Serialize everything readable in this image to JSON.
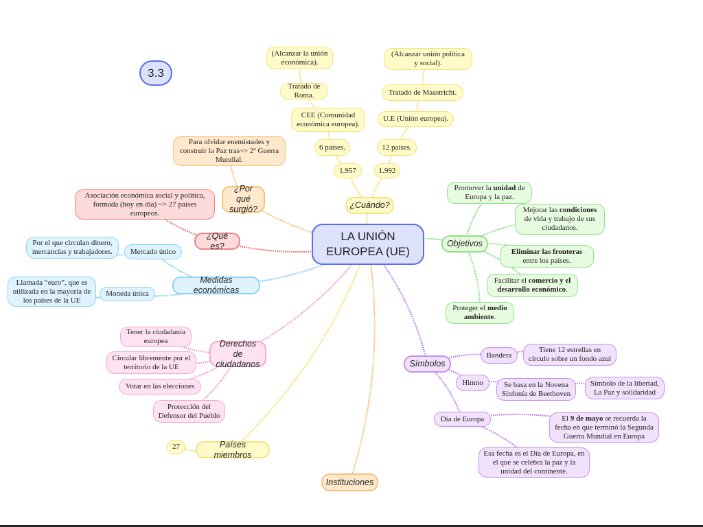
{
  "colors": {
    "blue": {
      "fill": "#dde2fb",
      "stroke": "#5a6cf0"
    },
    "yellow": {
      "fill": "#fffac8",
      "stroke": "#f4e27c",
      "edge": "#f7d84a"
    },
    "orange": {
      "fill": "#ffe8cc",
      "stroke": "#f6c27b",
      "edge": "#f5b660"
    },
    "red": {
      "fill": "#fddada",
      "stroke": "#ee8282",
      "edge": "#ee5a5a"
    },
    "sky": {
      "fill": "#def3fd",
      "stroke": "#8fd2f5",
      "edge": "#6fc4f2"
    },
    "green": {
      "fill": "#e7fbe0",
      "stroke": "#8fe28a",
      "edge": "#7ad874"
    },
    "pink": {
      "fill": "#fde2f1",
      "stroke": "#f2a8d0",
      "edge": "#f08ec2"
    },
    "purple": {
      "fill": "#f2e1fb",
      "stroke": "#c98ef0",
      "edge": "#b96fec"
    }
  },
  "nodes": [
    {
      "id": "badge",
      "color": "blue",
      "kind": "badge",
      "parts": [
        "3.3"
      ]
    },
    {
      "id": "center",
      "color": "blue",
      "kind": "center",
      "parts": [
        "LA UNIÓN EUROPEA (UE)"
      ]
    },
    {
      "id": "cuando",
      "color": "yellow",
      "kind": "main",
      "parent": "center",
      "parts": [
        "¿Cuándo?"
      ]
    },
    {
      "id": "y1957",
      "color": "yellow",
      "parent": "cuando",
      "parts": [
        "1.957"
      ]
    },
    {
      "id": "p6",
      "color": "yellow",
      "parent": "y1957",
      "parts": [
        "6 países."
      ]
    },
    {
      "id": "cee",
      "color": "yellow",
      "parent": "p6",
      "parts": [
        "CEE (Comunidad económica europea)."
      ]
    },
    {
      "id": "roma",
      "color": "yellow",
      "parent": "cee",
      "parts": [
        "Tratado de Roma."
      ]
    },
    {
      "id": "alc1",
      "color": "yellow",
      "parent": "roma",
      "parts": [
        "(Alcanzar la unión económica)."
      ]
    },
    {
      "id": "y1992",
      "color": "yellow",
      "parent": "cuando",
      "parts": [
        "1.992"
      ]
    },
    {
      "id": "p12",
      "color": "yellow",
      "parent": "y1992",
      "parts": [
        "12 países."
      ]
    },
    {
      "id": "ue",
      "color": "yellow",
      "parent": "p12",
      "parts": [
        "U.E (Unión europea)."
      ]
    },
    {
      "id": "maas",
      "color": "yellow",
      "parent": "ue",
      "parts": [
        "Tratado de Maastricht."
      ]
    },
    {
      "id": "alc2",
      "color": "yellow",
      "parent": "maas",
      "parts": [
        "(Alcanzar unión política y social)."
      ]
    },
    {
      "id": "porque",
      "color": "orange",
      "kind": "main",
      "parent": "center",
      "parts": [
        "¿Por qué surgió?"
      ]
    },
    {
      "id": "olvidar",
      "color": "orange",
      "parent": "porque",
      "parts": [
        "Para olvidar enemistades y construir la Paz tras~> 2º Guerra Mundial."
      ]
    },
    {
      "id": "que",
      "color": "red",
      "kind": "main",
      "parent": "center",
      "parts": [
        "¿Qué es?"
      ]
    },
    {
      "id": "asoc",
      "color": "red",
      "parent": "que",
      "parts": [
        "Asociación económica social y política, formada (hoy en día) ~> 27 países europeos."
      ]
    },
    {
      "id": "medidas",
      "color": "sky",
      "kind": "main",
      "parent": "center",
      "parts": [
        "Medidas económicas"
      ]
    },
    {
      "id": "mercado",
      "color": "sky",
      "parent": "medidas",
      "parts": [
        "Mercado único"
      ]
    },
    {
      "id": "circ",
      "color": "sky",
      "parent": "mercado",
      "parts": [
        "Por el que circulan dinero, mercancías y trabajadores."
      ]
    },
    {
      "id": "moneda",
      "color": "sky",
      "parent": "medidas",
      "parts": [
        "Moneda única"
      ]
    },
    {
      "id": "llamada",
      "color": "sky",
      "parent": "moneda",
      "parts": [
        "Llamada “euro”, que es utilizada en la mayoría de los países de la UE"
      ]
    },
    {
      "id": "objetivos",
      "color": "green",
      "kind": "main",
      "parent": "center",
      "parts": [
        "Objetivos"
      ]
    },
    {
      "id": "promover",
      "color": "green",
      "parent": "objetivos",
      "parts": [
        "Promover la ",
        {
          "b": "unidad"
        },
        " de Europa y la paz."
      ]
    },
    {
      "id": "mejorar",
      "color": "green",
      "parent": "objetivos",
      "parts": [
        "Mejorar las ",
        {
          "b": "condiciones"
        },
        " de vida y trabajo de sus ciudadanos."
      ]
    },
    {
      "id": "eliminar",
      "color": "green",
      "parent": "objetivos",
      "parts": [
        {
          "b": "Eliminar las fronteras"
        },
        " entre los países."
      ]
    },
    {
      "id": "facilitar",
      "color": "green",
      "parent": "objetivos",
      "parts": [
        "Facilitar el ",
        {
          "b": "comercio y el desarrollo económico"
        },
        "."
      ]
    },
    {
      "id": "proteger",
      "color": "green",
      "parent": "objetivos",
      "parts": [
        "Proteger el ",
        {
          "b": "medio ambiente"
        },
        "."
      ]
    },
    {
      "id": "derechos",
      "color": "pink",
      "kind": "main",
      "parent": "center",
      "parts": [
        "Derechos de ciudadanos"
      ]
    },
    {
      "id": "tener",
      "color": "pink",
      "parent": "derechos",
      "parts": [
        "Tener la ciudadanía europea"
      ]
    },
    {
      "id": "circl",
      "color": "pink",
      "parent": "derechos",
      "parts": [
        "Circular libremente por el territorio de la UE"
      ]
    },
    {
      "id": "votar",
      "color": "pink",
      "parent": "derechos",
      "parts": [
        "Votar en las elecciones"
      ]
    },
    {
      "id": "protec",
      "color": "pink",
      "parent": "derechos",
      "parts": [
        "Protección del Defensor del Pueblo"
      ]
    },
    {
      "id": "paises",
      "color": "yellow",
      "kind": "main",
      "parent": "center",
      "parts": [
        "Países miembros"
      ]
    },
    {
      "id": "n27",
      "color": "yellow",
      "parent": "paises",
      "parts": [
        "27"
      ]
    },
    {
      "id": "inst",
      "color": "orange",
      "kind": "main",
      "parent": "center",
      "parts": [
        "Instituciones"
      ]
    },
    {
      "id": "simbolos",
      "color": "purple",
      "kind": "main",
      "parent": "center",
      "parts": [
        "Símbolos"
      ]
    },
    {
      "id": "bandera",
      "color": "purple",
      "parent": "simbolos",
      "parts": [
        "Bandera"
      ]
    },
    {
      "id": "tiene",
      "color": "purple",
      "parent": "bandera",
      "parts": [
        "Tiene 12 estrellas en círculo sobre un fondo azul"
      ]
    },
    {
      "id": "himno",
      "color": "purple",
      "parent": "simbolos",
      "parts": [
        "Himno"
      ]
    },
    {
      "id": "sebasa",
      "color": "purple",
      "parent": "himno",
      "parts": [
        "Se basa en la Novena Sinfonía de Beethoven"
      ]
    },
    {
      "id": "simbolo",
      "color": "purple",
      "parent": "sebasa",
      "parts": [
        "Símbolo de la libertad, La Paz y solidaridad"
      ]
    },
    {
      "id": "dia",
      "color": "purple",
      "parent": "simbolos",
      "parts": [
        "Día de Europa"
      ]
    },
    {
      "id": "el9",
      "color": "purple",
      "parent": "dia",
      "parts": [
        "El ",
        {
          "b": "9 de mayo"
        },
        " se recuerda la fecha en que terminó la Segunda Guerra Mundial en Europa"
      ]
    },
    {
      "id": "esa",
      "color": "purple",
      "parent": "dia",
      "parts": [
        "Esa fecha es el Día de Europa, en el que se celebra la paz y la unidad del continente."
      ]
    }
  ]
}
